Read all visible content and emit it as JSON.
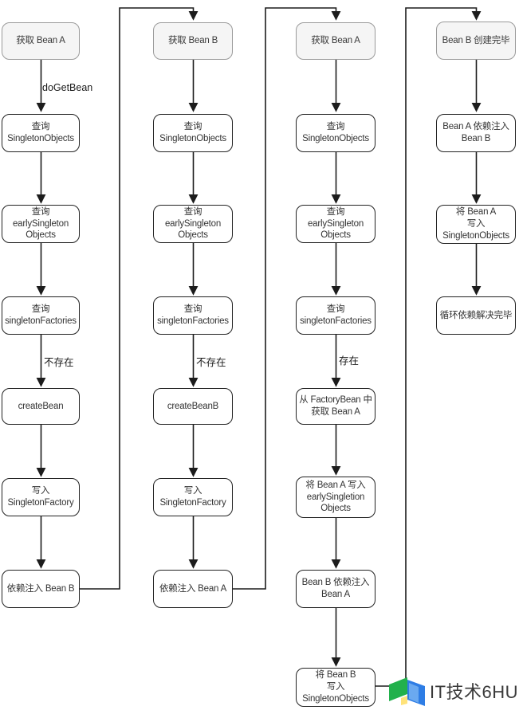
{
  "nodes": {
    "c1r1": "获取 Bean A",
    "c1r2": "查询\nSingletonObjects",
    "c1r3": "查询\nearlySingleton\nObjects",
    "c1r4": "查询\nsingletonFactories",
    "c1r5": "createBean",
    "c1r6": "写入\nSingletonFactory",
    "c1r7": "依赖注入 Bean B",
    "c2r1": "获取 Bean B",
    "c2r2": "查询\nSingletonObjects",
    "c2r3": "查询\nearlySingleton\nObjects",
    "c2r4": "查询\nsingletonFactories",
    "c2r5": "createBeanB",
    "c2r6": "写入\nSingletonFactory",
    "c2r7": "依赖注入 Bean A",
    "c3r1": "获取 Bean A",
    "c3r2": "查询\nSingletonObjects",
    "c3r3": "查询\nearlySingleton\nObjects",
    "c3r4": "查询\nsingletonFactories",
    "c3r5": "从 FactoryBean 中\n获取 Bean A",
    "c3r6": "将 Bean A 写入\nearlySingletion\nObjects",
    "c3r7": "Bean B 依赖注入\nBean A",
    "c3r8": "将 Bean B\n写入\nSingletonObjects",
    "c4r1": "Bean B 创建完毕",
    "c4r2": "Bean A 依赖注入\nBean B",
    "c4r3": "将 Bean A\n写入\nSingletonObjects",
    "c4r4": "循环依赖解决完毕"
  },
  "edge_labels": {
    "do_get_bean": "doGetBean",
    "c1_factories_result": "不存在",
    "c2_factories_result": "不存在",
    "c3_factories_result": "存在"
  },
  "watermark": {
    "text": "IT技术6HU",
    "logo_green": "#22b14c",
    "logo_blue": "#2e7de5",
    "logo_blue_light": "#6aa9f0",
    "logo_yellow": "#ffe37a"
  },
  "colors": {
    "start_node_bg": "#f5f5f5",
    "start_node_border": "#9a9a9a",
    "node_border": "#222222",
    "line": "#1c1c1c"
  }
}
